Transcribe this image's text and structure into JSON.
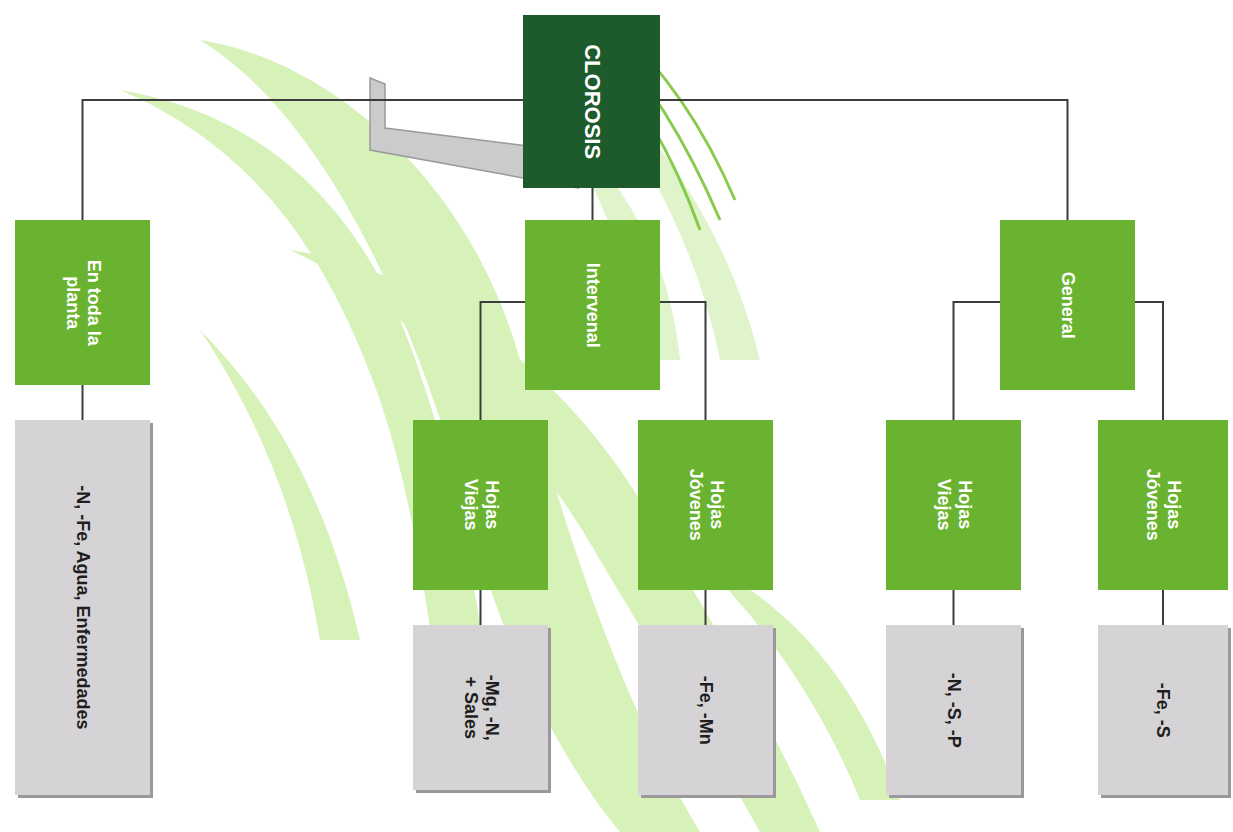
{
  "diagram": {
    "nodes": [
      {
        "text": [
          "CLOROSIS"
        ]
      },
      {
        "text": [
          "En toda la planta"
        ]
      },
      {
        "text": [
          "Intervenal"
        ]
      },
      {
        "text": [
          "General"
        ]
      },
      {
        "text": [
          "Hojas Viejas"
        ]
      },
      {
        "text": [
          "Hojas Jóvenes"
        ]
      },
      {
        "text": [
          "Hojas Viejas"
        ]
      },
      {
        "text": [
          "Hojas Jóvenes"
        ]
      },
      {
        "text": [
          "-N, -Fe, Agua, Enfermedades"
        ]
      },
      {
        "text": [
          "-Mg, -N, + Sales"
        ]
      },
      {
        "text": [
          "-Fe, -Mn"
        ]
      },
      {
        "text": [
          "-N, -S, -P"
        ]
      },
      {
        "text": [
          "-Fe, -S"
        ]
      }
    ],
    "edges": [
      {
        "from": 0,
        "to": 1,
        "arrow": "none"
      },
      {
        "from": 0,
        "to": 2,
        "arrow": "none"
      },
      {
        "from": 0,
        "to": 3,
        "arrow": "none"
      },
      {
        "from": 2,
        "to": 4,
        "arrow": "none"
      },
      {
        "from": 2,
        "to": 5,
        "arrow": "none"
      },
      {
        "from": 3,
        "to": 6,
        "arrow": "none"
      },
      {
        "from": 3,
        "to": 7,
        "arrow": "none"
      },
      {
        "from": 1,
        "to": 8,
        "arrow": "none"
      },
      {
        "from": 4,
        "to": 9,
        "arrow": "none"
      },
      {
        "from": 5,
        "to": 10,
        "arrow": "none"
      },
      {
        "from": 6,
        "to": 11,
        "arrow": "none"
      },
      {
        "from": 7,
        "to": 12,
        "arrow": "none"
      }
    ]
  }
}
